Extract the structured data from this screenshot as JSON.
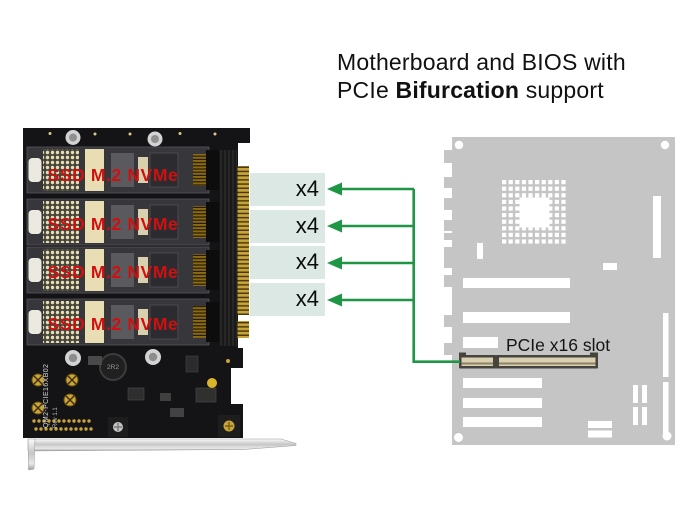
{
  "title": {
    "line1": "Motherboard and BIOS with",
    "line2_pre": "PCIe ",
    "line2_bold": "Bifurcation",
    "line2_post": " support"
  },
  "lanes": {
    "labels": [
      "x4",
      "x4",
      "x4",
      "x4"
    ]
  },
  "motherboard": {
    "slot_label": "PCIe x16 slot"
  },
  "card": {
    "ssd_labels": [
      "SSD M.2 NVMe",
      "SSD M.2 NVMe",
      "SSD M.2 NVMe",
      "SSD M.2 NVMe"
    ],
    "board_code": "QM2-PCIE16XB02",
    "revision": "Rev 1.1",
    "inductor_label": "2R2"
  },
  "colors": {
    "accent_green": "#1e9646",
    "lane_box": "#dbe8e4",
    "motherboard_gray": "#c5c5c5",
    "pcb_black": "#151515",
    "ssd_label_red": "#d10f0f",
    "gold": "#c9a43a",
    "slot_cream": "#d9d0b2"
  }
}
